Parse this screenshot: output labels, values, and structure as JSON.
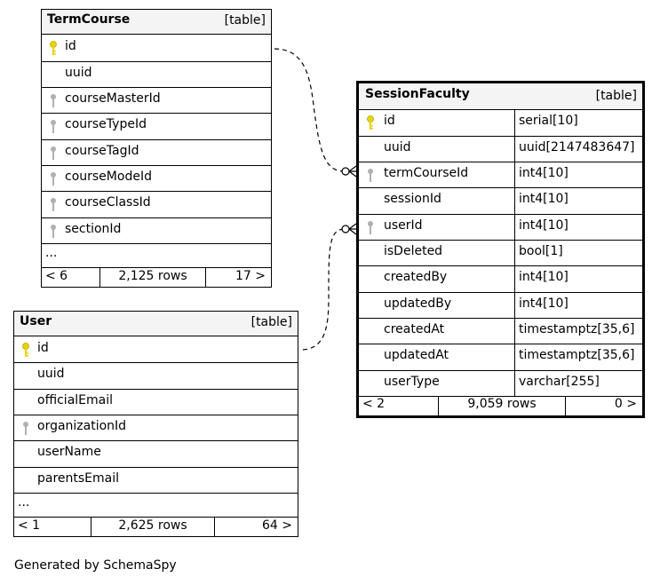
{
  "term_course": {
    "name": "TermCourse",
    "type": "[table]",
    "columns": [
      "id",
      "uuid",
      "courseMasterId",
      "courseTypeId",
      "courseTagId",
      "courseModeId",
      "courseClassId",
      "sectionId"
    ],
    "ellipsis": "...",
    "footer": {
      "left": "< 6",
      "center": "2,125 rows",
      "right": "17 >"
    }
  },
  "user": {
    "name": "User",
    "type": "[table]",
    "columns": [
      "id",
      "uuid",
      "officialEmail",
      "organizationId",
      "userName",
      "parentsEmail"
    ],
    "ellipsis": "...",
    "footer": {
      "left": "< 1",
      "center": "2,625 rows",
      "right": "64 >"
    }
  },
  "session_faculty": {
    "name": "SessionFaculty",
    "type": "[table]",
    "columns": [
      {
        "name": "id",
        "type": "serial[10]"
      },
      {
        "name": "uuid",
        "type": "uuid[2147483647]"
      },
      {
        "name": "termCourseId",
        "type": "int4[10]"
      },
      {
        "name": "sessionId",
        "type": "int4[10]"
      },
      {
        "name": "userId",
        "type": "int4[10]"
      },
      {
        "name": "isDeleted",
        "type": "bool[1]"
      },
      {
        "name": "createdBy",
        "type": "int4[10]"
      },
      {
        "name": "updatedBy",
        "type": "int4[10]"
      },
      {
        "name": "createdAt",
        "type": "timestamptz[35,6]"
      },
      {
        "name": "updatedAt",
        "type": "timestamptz[35,6]"
      },
      {
        "name": "userType",
        "type": "varchar[255]"
      }
    ],
    "footer": {
      "left": "< 2",
      "center": "9,059 rows",
      "right": "0 >"
    }
  },
  "generated_by": "Generated by SchemaSpy",
  "colors": {
    "primary_key": "#e8d400",
    "foreign_key": "#aaaaaa",
    "header_bg": "#f4f4f4"
  }
}
